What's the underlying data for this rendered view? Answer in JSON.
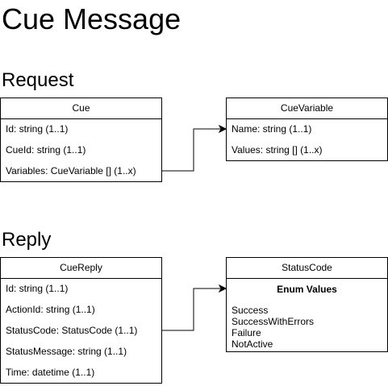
{
  "page": {
    "title": "Cue Message"
  },
  "sections": {
    "request": "Request",
    "reply": "Reply"
  },
  "cue": {
    "header": "Cue",
    "fields": [
      "Id: string (1..1)",
      "CueId: string (1..1)",
      "Variables: CueVariable [] (1..x)"
    ]
  },
  "cue_variable": {
    "header": "CueVariable",
    "fields": [
      "Name: string (1..1)",
      "Values: string [] (1..x)"
    ]
  },
  "cue_reply": {
    "header": "CueReply",
    "fields": [
      "Id: string (1..1)",
      "ActionId: string (1..1)",
      "StatusCode: StatusCode (1..1)",
      "StatusMessage: string (1..1)",
      "Time: datetime (1..1)"
    ]
  },
  "status_code": {
    "header": "StatusCode",
    "enum_title": "Enum Values",
    "values": [
      "Success",
      "SuccessWithErrors",
      "Failure",
      "NotActive"
    ]
  },
  "colors": {
    "stroke": "#000000",
    "background": "#ffffff"
  }
}
